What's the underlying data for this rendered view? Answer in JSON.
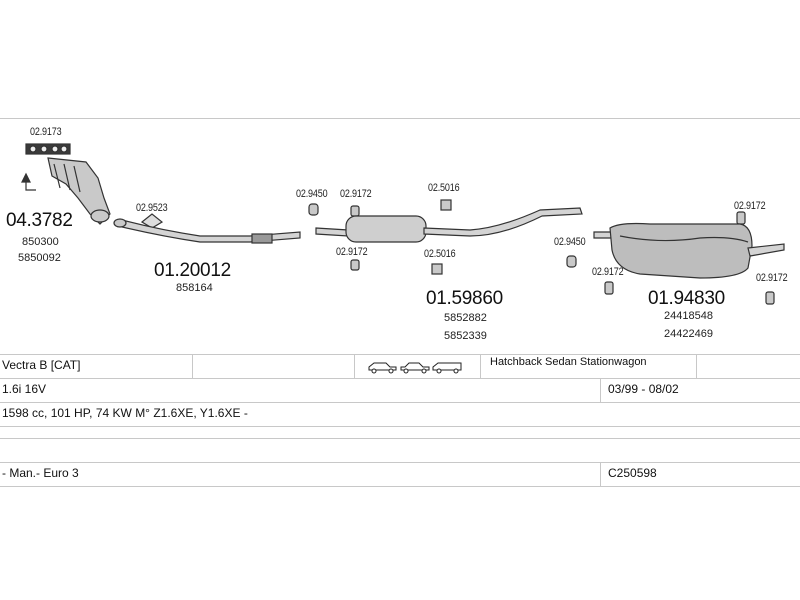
{
  "parts": {
    "p_029173": "02.9173",
    "p_043782": "04.3782",
    "p_043782_ref1": "850300",
    "p_043782_ref2": "5850092",
    "p_029523": "02.9523",
    "p_0120012": "01.20012",
    "p_0120012_ref1": "858164",
    "p_029450_a": "02.9450",
    "p_029172_a": "02.9172",
    "p_029172_b": "02.9172",
    "p_025016_a": "02.5016",
    "p_025016_b": "02.5016",
    "p_0159860": "01.59860",
    "p_0159860_ref1": "5852882",
    "p_0159860_ref2": "5852339",
    "p_029450_b": "02.9450",
    "p_029172_c": "02.9172",
    "p_029172_d": "02.9172",
    "p_029172_e": "02.9172",
    "p_0194830": "01.94830",
    "p_0194830_ref1": "24418548",
    "p_0194830_ref2": "24422469"
  },
  "table": {
    "model": "Vectra B  [CAT]",
    "body_types": "Hatchback Sedan Stationwagon",
    "engine": "1.6i 16V",
    "years": "03/99 - 08/02",
    "spec": "1598 cc, 101 HP, 74 KW M° Z1.6XE, Y1.6XE -",
    "transmission": "- Man.- Euro 3",
    "code": "C250598"
  },
  "icons": [
    "hatchback-car-icon",
    "sedan-car-icon",
    "stationwagon-car-icon"
  ],
  "colors": {
    "line": "#c8c8c8",
    "part_fill": "#b8b8b8",
    "part_stroke": "#333333"
  }
}
